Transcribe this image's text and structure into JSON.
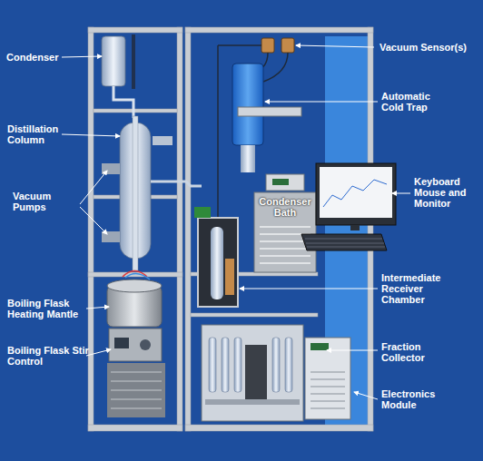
{
  "diagram": {
    "labels": [
      "Condenser",
      "Vacuum Sensor(s)",
      "Automatic Cold Trap",
      "Distillation Column",
      "Vacuum Pumps",
      "Keyboard Mouse and Monitor",
      "Condenser Bath",
      "Intermediate Receiver Chamber",
      "Boiling Flask Heating Mantle",
      "Fraction Collector",
      "Boiling Flask Stir Control",
      "Electronics Module"
    ]
  }
}
